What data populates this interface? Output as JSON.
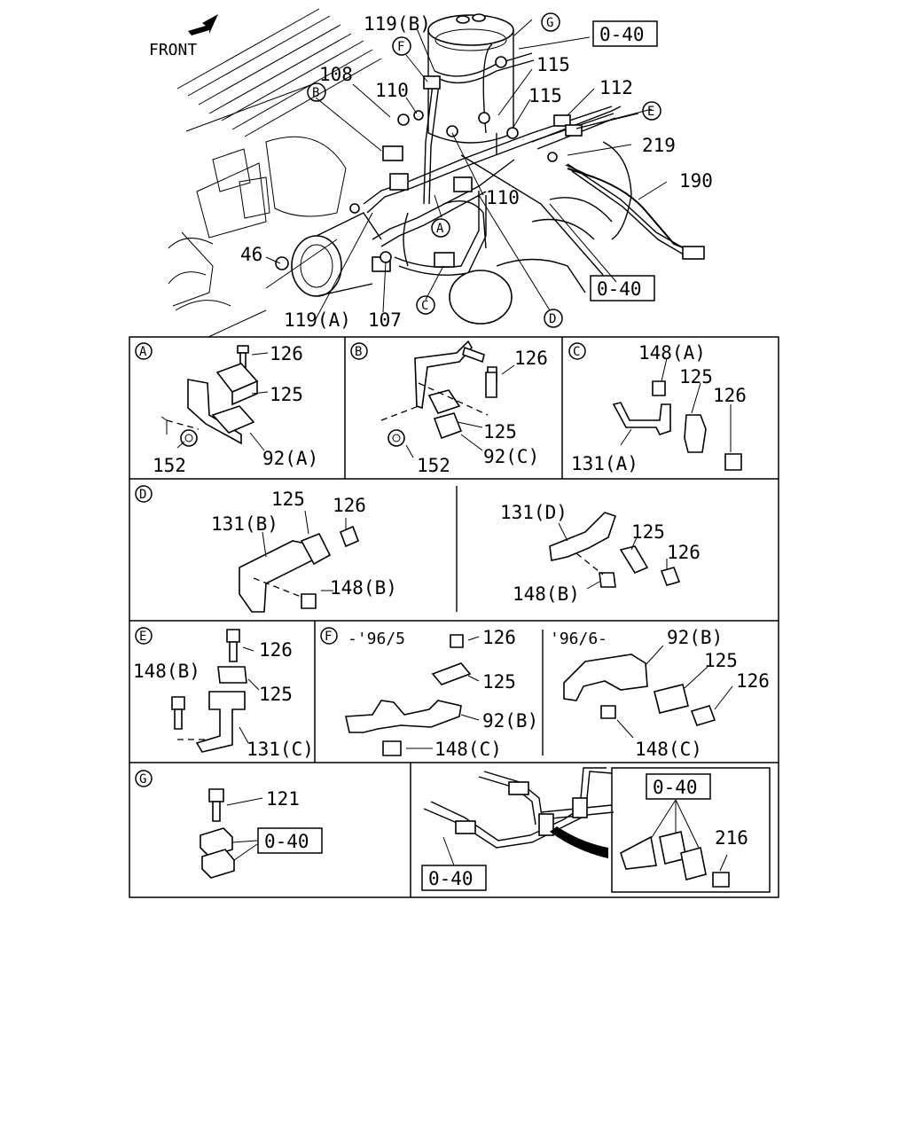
{
  "main": {
    "front_label": "FRONT",
    "callouts": {
      "c119b": "119(B)",
      "c108": "108",
      "c110a": "110",
      "c115a": "115",
      "c115b": "115",
      "c112": "112",
      "c219": "219",
      "c190": "190",
      "c110b": "110",
      "c46": "46",
      "c119a": "119(A)",
      "c107": "107"
    },
    "boxed": {
      "top": "0-40",
      "mid": "0-40"
    },
    "letters": {
      "G": "G",
      "F": "F",
      "B": "B",
      "E": "E",
      "A": "A",
      "C": "C",
      "D": "D"
    }
  },
  "panels": {
    "a": {
      "id": "A",
      "labels": [
        "126",
        "125",
        "152",
        "92(A)"
      ]
    },
    "b": {
      "id": "B",
      "labels": [
        "126",
        "125",
        "152",
        "92(C)"
      ]
    },
    "c": {
      "id": "C",
      "labels": [
        "148(A)",
        "125",
        "126",
        "131(A)"
      ]
    },
    "d": {
      "id": "D",
      "left": [
        "125",
        "126",
        "131(B)",
        "148(B)"
      ],
      "right": [
        "131(D)",
        "125",
        "126",
        "148(B)"
      ]
    },
    "e": {
      "id": "E",
      "labels": [
        "126",
        "148(B)",
        "125",
        "131(C)"
      ]
    },
    "f": {
      "id": "F",
      "left_title": "-'96/5",
      "left": [
        "126",
        "125",
        "92(B)",
        "148(C)"
      ],
      "right_title": "'96/6-",
      "right": [
        "92(B)",
        "125",
        "126",
        "148(C)"
      ]
    },
    "g": {
      "id": "G",
      "labels": [
        "121",
        "0-40"
      ]
    },
    "h": {
      "boxed_bottom": "0-40",
      "boxed_inset": "0-40",
      "label": "216"
    }
  }
}
